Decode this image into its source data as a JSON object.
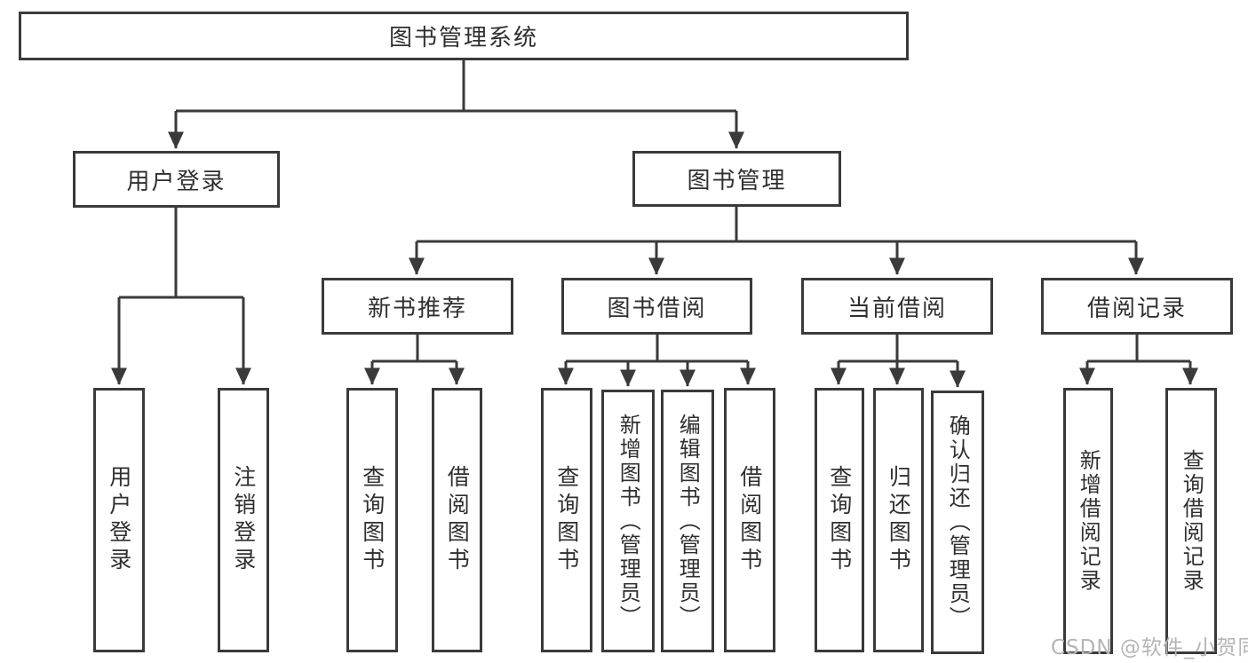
{
  "tree": {
    "label": "图书管理系统",
    "children": [
      {
        "label": "用户登录",
        "children": [
          {
            "label": "用户登录"
          },
          {
            "label": "注销登录"
          }
        ]
      },
      {
        "label": "图书管理",
        "children": [
          {
            "label": "新书推荐",
            "children": [
              {
                "label": "查询图书"
              },
              {
                "label": "借阅图书"
              }
            ]
          },
          {
            "label": "图书借阅",
            "children": [
              {
                "label": "查询图书"
              },
              {
                "label": "新增图书（管理员）"
              },
              {
                "label": "编辑图书（管理员）"
              },
              {
                "label": "借阅图书"
              }
            ]
          },
          {
            "label": "当前借阅",
            "children": [
              {
                "label": "查询图书"
              },
              {
                "label": "归还图书"
              },
              {
                "label": "确认归还（管理员）"
              }
            ]
          },
          {
            "label": "借阅记录",
            "children": [
              {
                "label": "新增借阅记录"
              },
              {
                "label": "查询借阅记录"
              }
            ]
          }
        ]
      }
    ]
  },
  "watermark": {
    "text": "CSDN @软件_小贺同学"
  },
  "colors": {
    "line": "#3a3a3a",
    "text": "#2f2f2f",
    "watermark_gray": "#b5b5b5",
    "background": "#ffffff"
  }
}
